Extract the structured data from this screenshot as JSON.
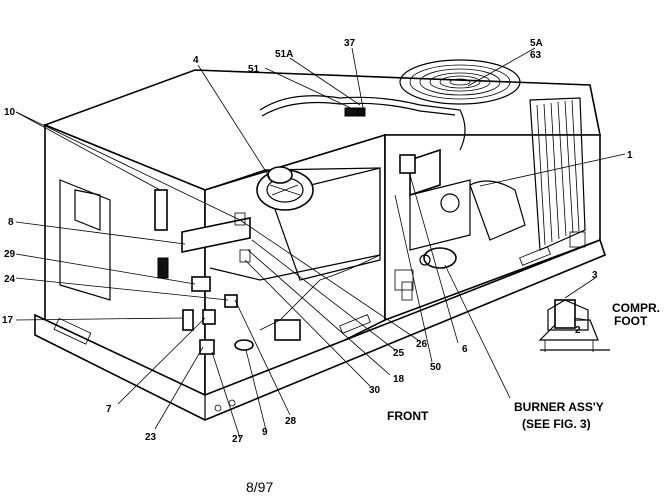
{
  "callouts": {
    "c1": "1",
    "c2": "2",
    "c3": "3",
    "c4": "4",
    "c5a": "5A",
    "c63": "63",
    "c37": "37",
    "c51a": "51A",
    "c51": "51",
    "c10": "10",
    "c8a": "8",
    "c29": "29",
    "c24": "24",
    "c17": "17",
    "c7": "7",
    "c23": "23",
    "c27": "27",
    "c9": "9",
    "c28": "28",
    "c30": "30",
    "c18": "18",
    "c25": "25",
    "c26": "26",
    "c50": "50",
    "c6a": "6",
    "c6b": "6"
  },
  "labels": {
    "compr_foot_line1": "COMPR.",
    "compr_foot_line2": "FOOT",
    "front": "FRONT",
    "burner_line1": "BURNER ASS'Y",
    "burner_line2": "(SEE FIG. 3)"
  },
  "footer": {
    "date": "8/97"
  }
}
